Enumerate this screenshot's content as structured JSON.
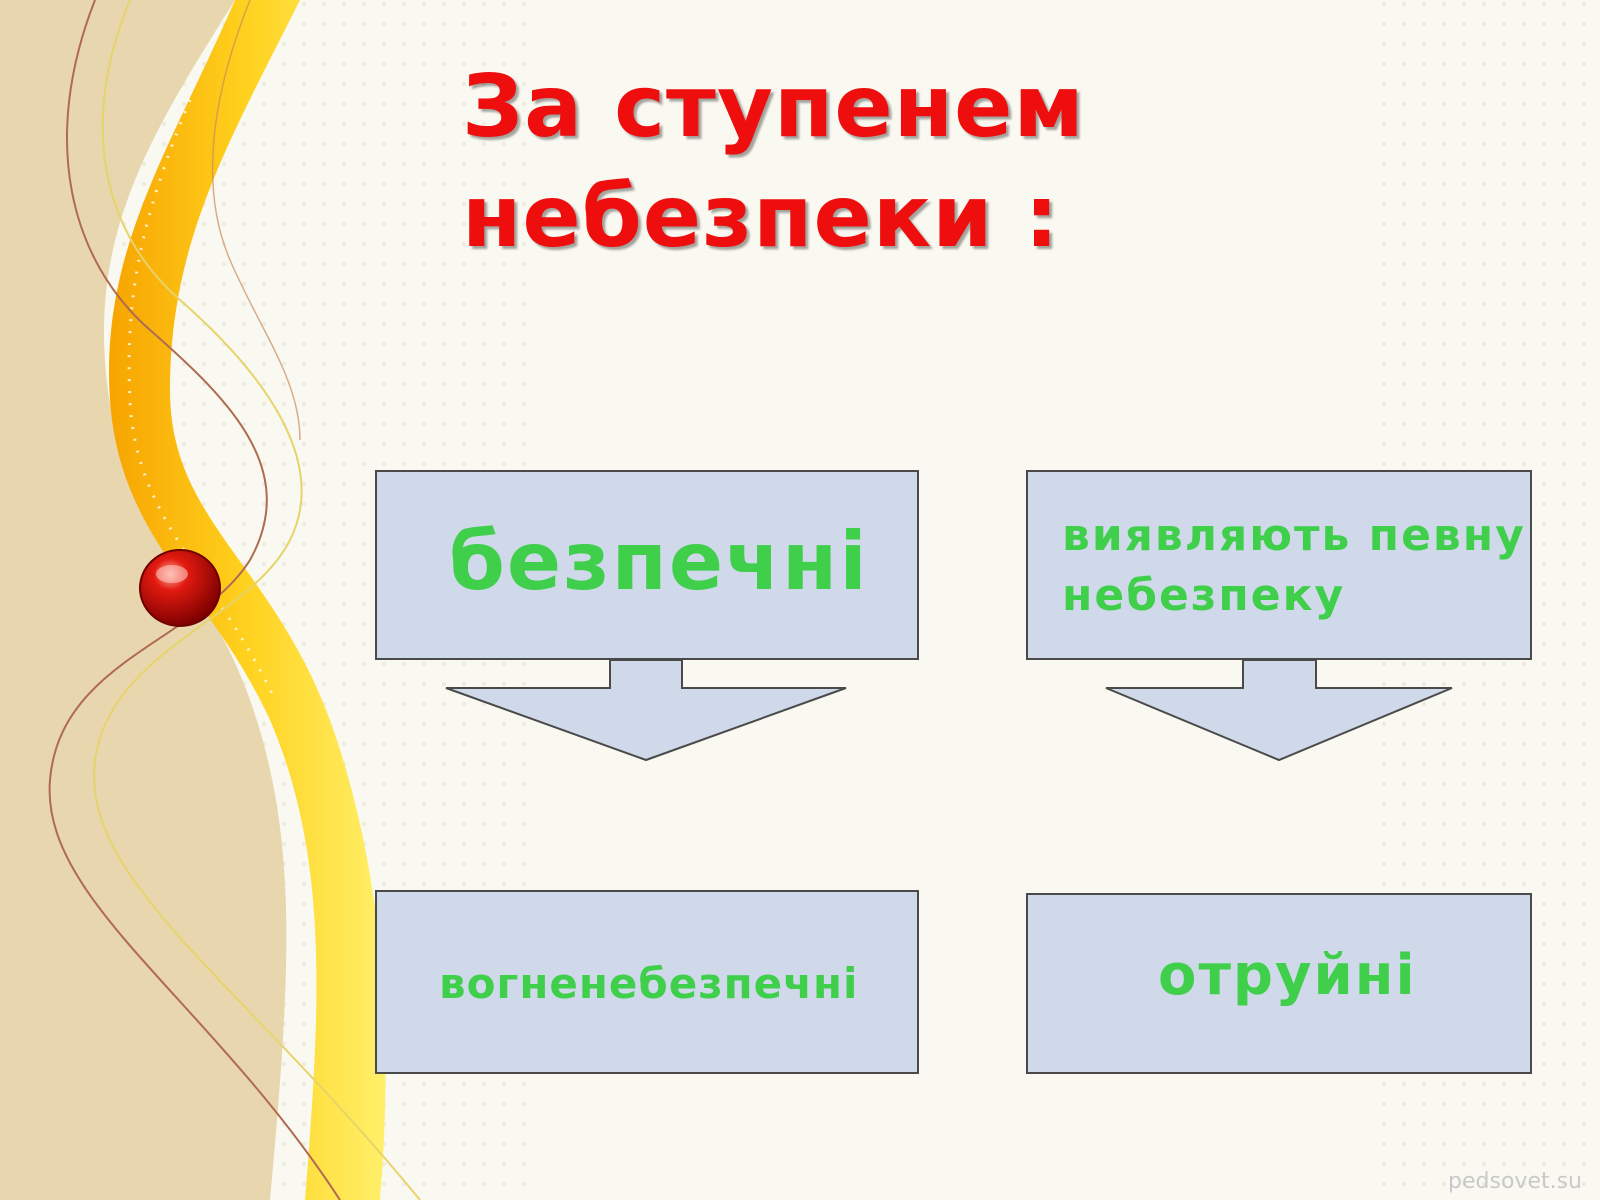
{
  "title": {
    "line1": "За ступенем",
    "line2": "небезпеки :"
  },
  "boxes": {
    "safe": "безпечні",
    "dangerous": "виявляють певну небезпеку",
    "flammable": "вогненебезпечні",
    "toxic": "отруйні"
  },
  "watermark": "pedsovet.su",
  "colors": {
    "title": "#ee0e0e",
    "box_text": "#3fcf4b",
    "box_fill": "#cfd9ea",
    "box_border": "#4a4a4a",
    "background": "#faf9f1"
  }
}
